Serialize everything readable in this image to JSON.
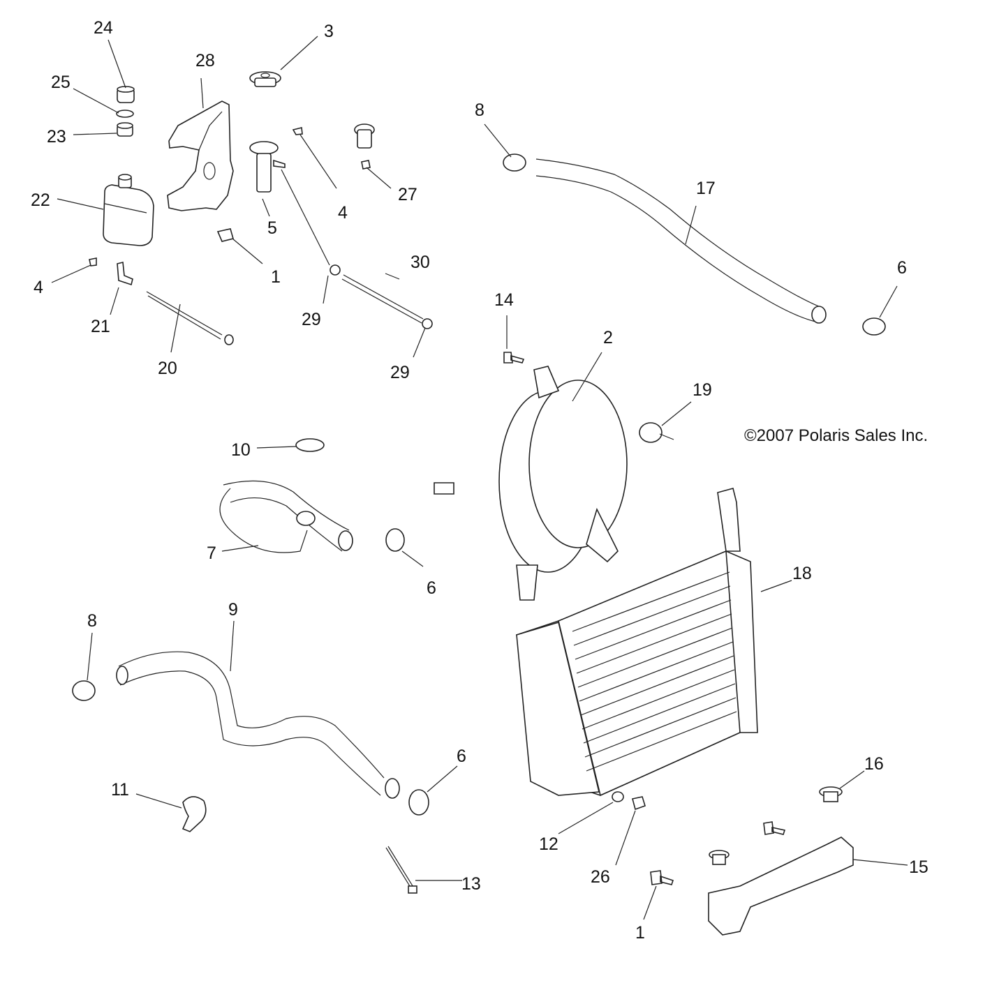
{
  "diagram": {
    "type": "exploded-parts-diagram",
    "copyright": "©2007 Polaris Sales Inc.",
    "callouts": [
      {
        "id": "c24",
        "label": "24"
      },
      {
        "id": "c25",
        "label": "25"
      },
      {
        "id": "c23",
        "label": "23"
      },
      {
        "id": "c22",
        "label": "22"
      },
      {
        "id": "c28",
        "label": "28"
      },
      {
        "id": "c3",
        "label": "3"
      },
      {
        "id": "c4a",
        "label": "4"
      },
      {
        "id": "c5",
        "label": "5"
      },
      {
        "id": "c1a",
        "label": "1"
      },
      {
        "id": "c4b",
        "label": "4"
      },
      {
        "id": "c27",
        "label": "27"
      },
      {
        "id": "c8a",
        "label": "8"
      },
      {
        "id": "c17",
        "label": "17"
      },
      {
        "id": "c6a",
        "label": "6"
      },
      {
        "id": "c21",
        "label": "21"
      },
      {
        "id": "c20",
        "label": "20"
      },
      {
        "id": "c29a",
        "label": "29"
      },
      {
        "id": "c30",
        "label": "30"
      },
      {
        "id": "c29b",
        "label": "29"
      },
      {
        "id": "c14",
        "label": "14"
      },
      {
        "id": "c2",
        "label": "2"
      },
      {
        "id": "c19",
        "label": "19"
      },
      {
        "id": "c10",
        "label": "10"
      },
      {
        "id": "c7",
        "label": "7"
      },
      {
        "id": "c6b",
        "label": "6"
      },
      {
        "id": "c18",
        "label": "18"
      },
      {
        "id": "c8b",
        "label": "8"
      },
      {
        "id": "c9",
        "label": "9"
      },
      {
        "id": "c6c",
        "label": "6"
      },
      {
        "id": "c11",
        "label": "11"
      },
      {
        "id": "c16",
        "label": "16"
      },
      {
        "id": "c12",
        "label": "12"
      },
      {
        "id": "c26",
        "label": "26"
      },
      {
        "id": "c13",
        "label": "13"
      },
      {
        "id": "c15",
        "label": "15"
      },
      {
        "id": "c1b",
        "label": "1"
      }
    ]
  }
}
